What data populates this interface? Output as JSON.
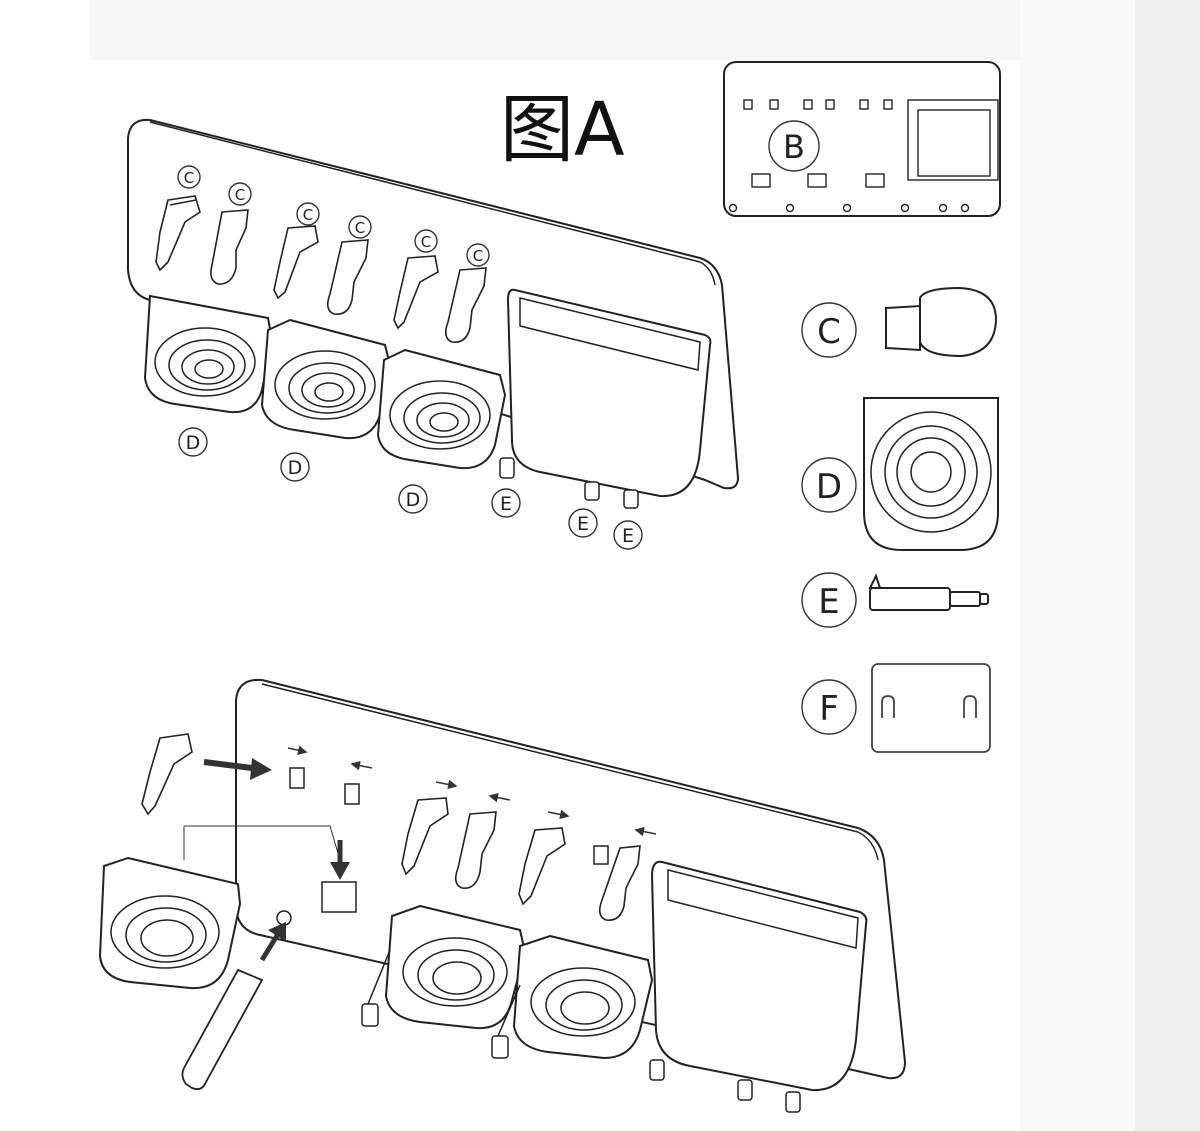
{
  "figure": {
    "title": "图A",
    "labels": {
      "b": "B",
      "c": "C",
      "d": "D",
      "e": "E",
      "f": "F"
    }
  }
}
